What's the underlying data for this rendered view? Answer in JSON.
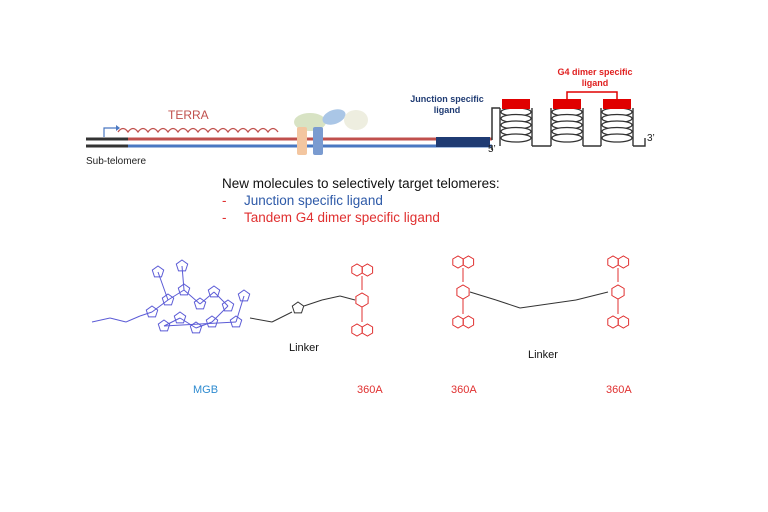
{
  "diagram": {
    "labels": {
      "subtelomere": "Sub-telomere",
      "terra": "TERRA",
      "junction_ligand": "Junction specific ligand",
      "g4_dimer_ligand": "G4 dimer specific ligand",
      "five_prime": "5’",
      "three_prime": "3’"
    },
    "headline": "New molecules to selectively target telomeres:",
    "bullets": [
      {
        "marker": "-",
        "text": "Junction specific ligand"
      },
      {
        "marker": "-",
        "text": "Tandem G4 dimer specific ligand"
      }
    ],
    "structures": {
      "linker_left": "Linker",
      "linker_right": "Linker",
      "names": [
        "MGB",
        "360A",
        "360A",
        "360A"
      ]
    },
    "colors": {
      "terra": "#c0504d",
      "junction": "#1f3b73",
      "bullet_blue": "#2e5aa8",
      "red": "#e03030",
      "mgb_blue": "#2e8bd0",
      "mgb_structure": "#5b5bd6",
      "strand_blue": "#4a78c2",
      "strand_red": "#c0504d",
      "g4_box": "#e00000"
    }
  }
}
